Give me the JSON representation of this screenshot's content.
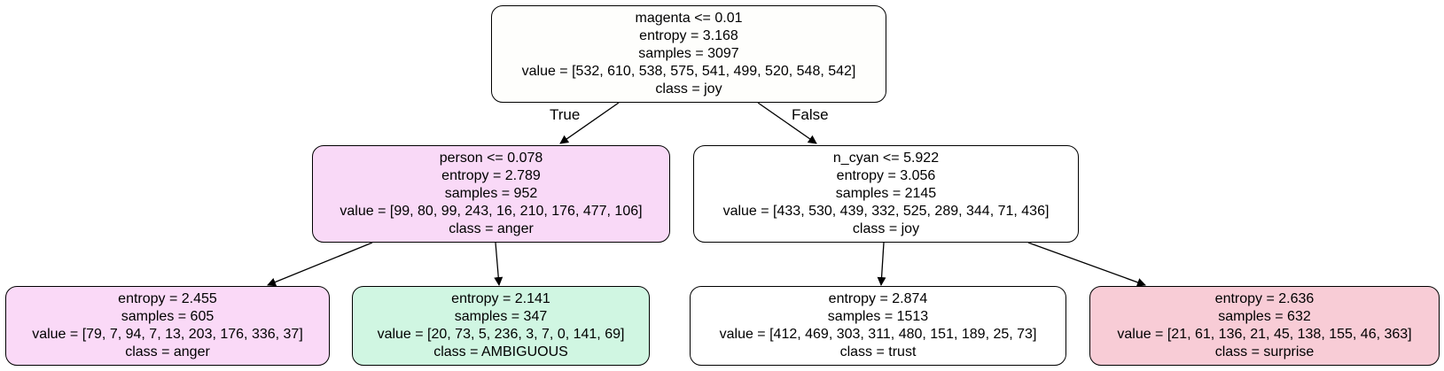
{
  "tree": {
    "nodes": {
      "root": {
        "lines": [
          "magenta <= 0.01",
          "entropy = 3.168",
          "samples = 3097",
          "value = [532, 610, 538, 575, 541, 499, 520, 548, 542]",
          "class = joy"
        ],
        "fill": "#fefefc"
      },
      "person": {
        "lines": [
          "person <= 0.078",
          "entropy = 2.789",
          "samples = 952",
          "value = [99, 80, 99, 243, 16, 210, 176, 477, 106]",
          "class = anger"
        ],
        "fill": "#f9d9f7"
      },
      "ncyan": {
        "lines": [
          "n_cyan <= 5.922",
          "entropy = 3.056",
          "samples = 2145",
          "value = [433, 530, 439, 332, 525, 289, 344, 71, 436]",
          "class = joy"
        ],
        "fill": "#ffffff"
      },
      "leaf1": {
        "lines": [
          "entropy = 2.455",
          "samples = 605",
          "value = [79, 7, 94, 7, 13, 203, 176, 336, 37]",
          "class = anger"
        ],
        "fill": "#fad9f7"
      },
      "leaf2": {
        "lines": [
          "entropy = 2.141",
          "samples = 347",
          "value = [20, 73, 5, 236, 3, 7, 0, 141, 69]",
          "class = AMBIGUOUS"
        ],
        "fill": "#d0f6e2"
      },
      "leaf3": {
        "lines": [
          "entropy = 2.874",
          "samples = 1513",
          "value = [412, 469, 303, 311, 480, 151, 189, 25, 73]",
          "class = trust"
        ],
        "fill": "#ffffff"
      },
      "leaf4": {
        "lines": [
          "entropy = 2.636",
          "samples = 632",
          "value = [21, 61, 136, 21, 45, 138, 155, 46, 363]",
          "class = surprise"
        ],
        "fill": "#f8ccd6"
      }
    },
    "edge_labels": {
      "true": "True",
      "false": "False"
    }
  }
}
